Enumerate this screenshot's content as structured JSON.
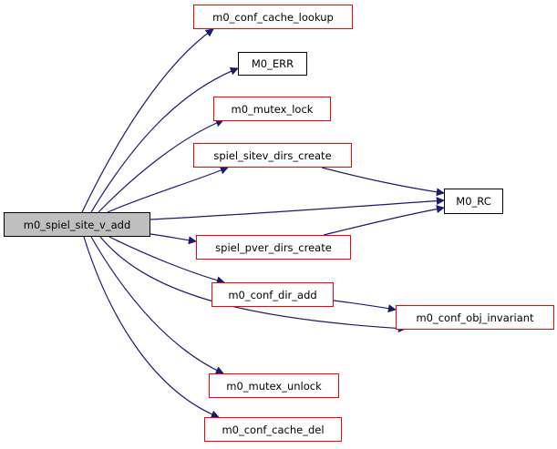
{
  "graph": {
    "type": "call-graph",
    "edge_color": "#191970",
    "root": {
      "id": "root",
      "label": "m0_spiel_site_v_add",
      "fill": "#bfbfbf",
      "border": "#000000"
    },
    "nodes": [
      {
        "id": "lookup",
        "label": "m0_conf_cache_lookup",
        "border": "#ff0000"
      },
      {
        "id": "err",
        "label": "M0_ERR",
        "border": "#000000"
      },
      {
        "id": "mlock",
        "label": "m0_mutex_lock",
        "border": "#ff0000"
      },
      {
        "id": "sitev",
        "label": "spiel_sitev_dirs_create",
        "border": "#ff0000"
      },
      {
        "id": "rc",
        "label": "M0_RC",
        "border": "#000000"
      },
      {
        "id": "pver",
        "label": "spiel_pver_dirs_create",
        "border": "#ff0000"
      },
      {
        "id": "diradd",
        "label": "m0_conf_dir_add",
        "border": "#ff0000"
      },
      {
        "id": "inv",
        "label": "m0_conf_obj_invariant",
        "border": "#ff0000"
      },
      {
        "id": "unlock",
        "label": "m0_mutex_unlock",
        "border": "#ff0000"
      },
      {
        "id": "cdel",
        "label": "m0_conf_cache_del",
        "border": "#ff0000"
      }
    ],
    "edges": [
      {
        "from": "root",
        "to": "lookup"
      },
      {
        "from": "root",
        "to": "err"
      },
      {
        "from": "root",
        "to": "mlock"
      },
      {
        "from": "root",
        "to": "sitev"
      },
      {
        "from": "root",
        "to": "rc"
      },
      {
        "from": "root",
        "to": "pver"
      },
      {
        "from": "root",
        "to": "diradd"
      },
      {
        "from": "root",
        "to": "inv"
      },
      {
        "from": "root",
        "to": "unlock"
      },
      {
        "from": "root",
        "to": "cdel"
      },
      {
        "from": "sitev",
        "to": "rc"
      },
      {
        "from": "pver",
        "to": "rc"
      },
      {
        "from": "diradd",
        "to": "inv"
      }
    ]
  }
}
